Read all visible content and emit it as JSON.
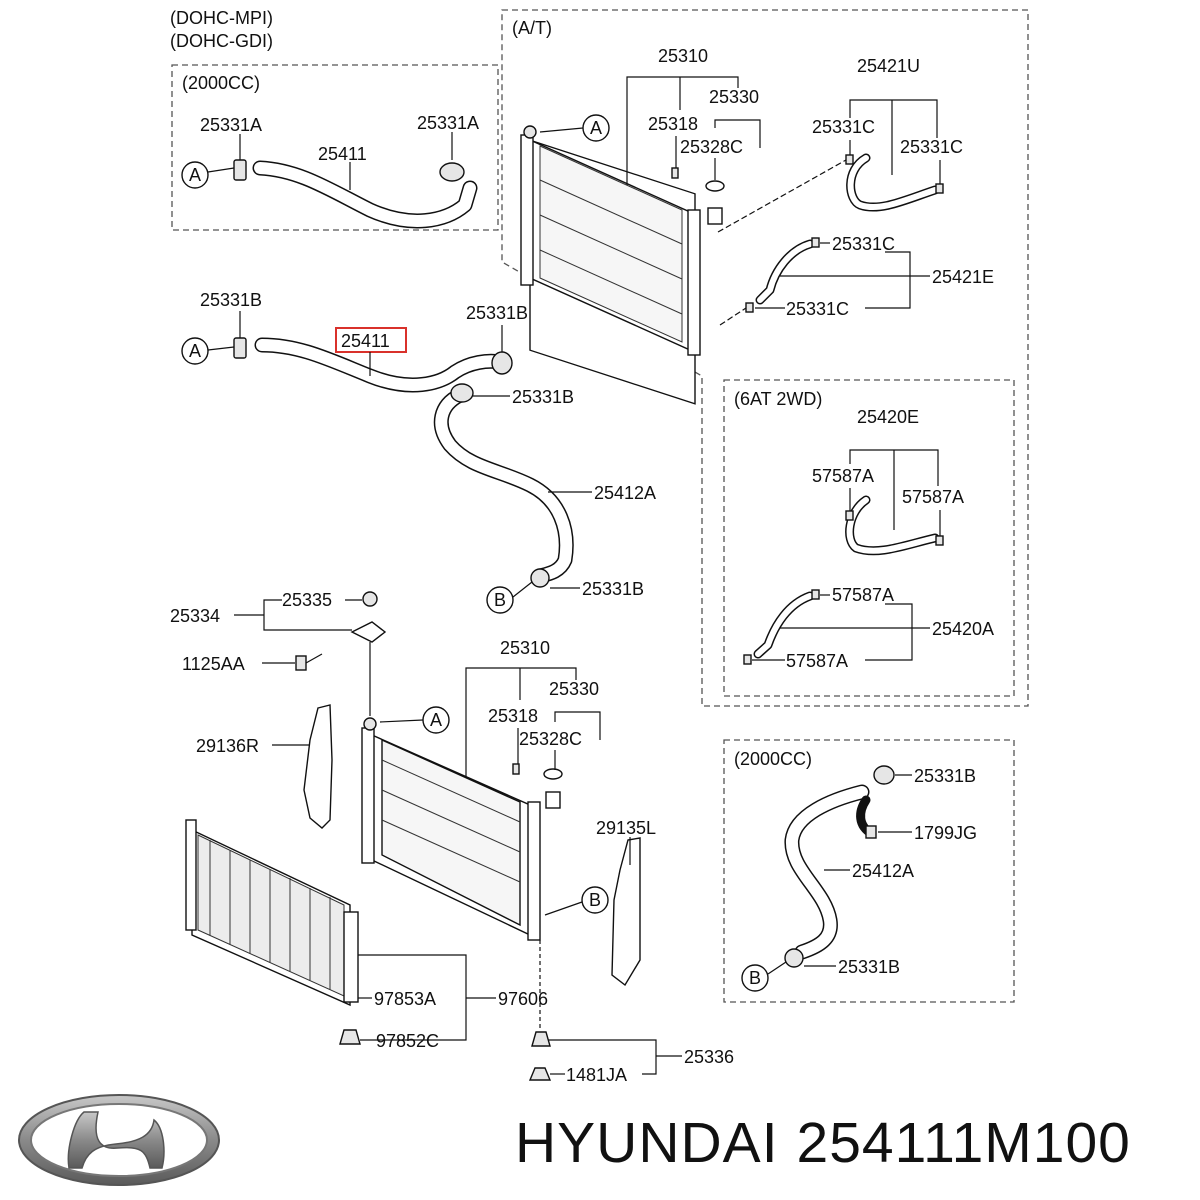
{
  "header": {
    "engine_line_1": "(DOHC-MPI)",
    "engine_line_2": "(DOHC-GDI)"
  },
  "panels": {
    "cc2000_top": {
      "title": "(2000CC)"
    },
    "at": {
      "title": "(A/T)"
    },
    "at6_2wd": {
      "title": "(6AT 2WD)"
    },
    "cc2000_bottom": {
      "title": "(2000CC)"
    }
  },
  "refs": {
    "a": "A",
    "b": "B"
  },
  "labels": {
    "p25331A_left": "25331A",
    "p25331A_right": "25331A",
    "p25411_top": "25411",
    "p25331B_1": "25331B",
    "p25411_main": "25411",
    "p25331B_2": "25331B",
    "p25331B_3": "25331B",
    "p25412A_main": "25412A",
    "p25331B_4": "25331B",
    "p25334": "25334",
    "p25335": "25335",
    "p1125AA": "1125AA",
    "p25310_bot": "25310",
    "p25330_bot": "25330",
    "p25318_bot": "25318",
    "p25328C_bot": "25328C",
    "p29136R": "29136R",
    "p29135L": "29135L",
    "p97853A": "97853A",
    "p97606": "97606",
    "p97852C": "97852C",
    "p25336": "25336",
    "p1481JA": "1481JA",
    "p25310_top": "25310",
    "p25330_top": "25330",
    "p25318_top": "25318",
    "p25328C_top": "25328C",
    "p25421U": "25421U",
    "p25331C_1": "25331C",
    "p25331C_2": "25331C",
    "p25331C_3": "25331C",
    "p25421E": "25421E",
    "p25331C_4": "25331C",
    "p25420E": "25420E",
    "p57587A_1": "57587A",
    "p57587A_2": "57587A",
    "p57587A_3": "57587A",
    "p25420A": "25420A",
    "p57587A_4": "57587A",
    "p25331B_5": "25331B",
    "p1799JG": "1799JG",
    "p25412A_b": "25412A",
    "p25331B_6": "25331B"
  },
  "highlight": {
    "part": "25411",
    "color": "#d9312b"
  },
  "footer": {
    "brand": "HYUNDAI",
    "part_number": "254111M100"
  },
  "logo": {
    "name": "hyundai-logo",
    "color": "#9a9a9a"
  }
}
